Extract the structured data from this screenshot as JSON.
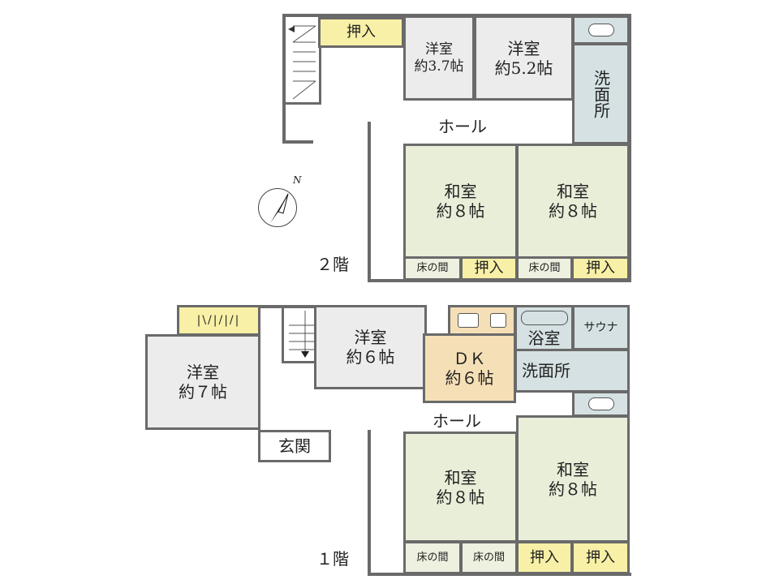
{
  "floor2": {
    "label": "２階",
    "rooms": {
      "closet_top": "押入",
      "western_a": {
        "name": "洋室",
        "size": "約3.7帖"
      },
      "western_b": {
        "name": "洋室",
        "size": "約5.2帖"
      },
      "washroom": "洗面所",
      "hall": "ホール",
      "japanese_a": {
        "name": "和室",
        "size": "約８帖"
      },
      "japanese_b": {
        "name": "和室",
        "size": "約８帖"
      },
      "tokonoma_a": "床の間",
      "closet_a": "押入",
      "tokonoma_b": "床の間",
      "closet_b": "押入"
    }
  },
  "floor1": {
    "label": "１階",
    "rooms": {
      "western_7": {
        "name": "洋室",
        "size": "約７帖"
      },
      "western_6": {
        "name": "洋室",
        "size": "約６帖"
      },
      "dk": {
        "name": "ＤＫ",
        "size": "約６帖"
      },
      "bath": "浴室",
      "sauna": "サウナ",
      "washroom": "洗面所",
      "hall": "ホール",
      "entrance": "玄関",
      "japanese_a": {
        "name": "和室",
        "size": "約８帖"
      },
      "japanese_b": {
        "name": "和室",
        "size": "約８帖"
      },
      "tokonoma_a": "床の間",
      "tokonoma_b": "床の間",
      "closet_a": "押入",
      "closet_b": "押入"
    }
  },
  "compass": {
    "label": "N"
  },
  "colors": {
    "wall": "#6a6a6a",
    "western": "#ececec",
    "tatami": "#e9eed9",
    "closet": "#f7f0a6",
    "wet": "#d5e1e2",
    "dk": "#f5dfb6"
  }
}
